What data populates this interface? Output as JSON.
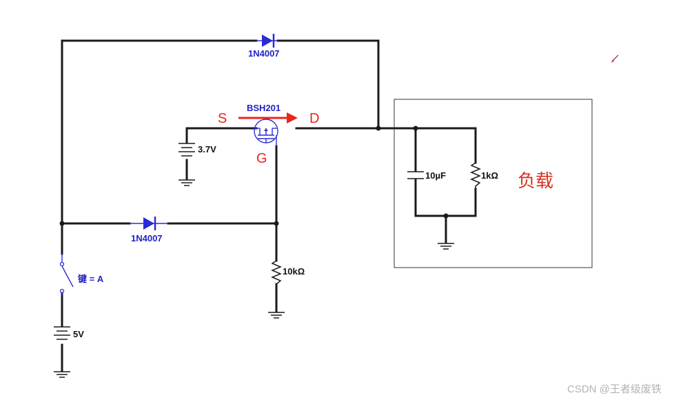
{
  "components": {
    "diode_top": {
      "label": "1N4007"
    },
    "diode_bottom": {
      "label": "1N4007"
    },
    "mosfet": {
      "label": "BSH201"
    },
    "battery_37": {
      "label": "3.7V"
    },
    "battery_5": {
      "label": "5V"
    },
    "resistor_10k": {
      "label": "10kΩ"
    },
    "resistor_1k": {
      "label": "1kΩ"
    },
    "capacitor": {
      "label": "10µF"
    },
    "switch": {
      "label": "键 = A"
    }
  },
  "annotations": {
    "source": "S",
    "drain": "D",
    "gate": "G",
    "load": "负载"
  },
  "watermark": "CSDN @王者级废铁",
  "colors": {
    "wire": "#1a1a1a",
    "component_blue": "#2b2bd6",
    "annotation_red": "#e8261c",
    "watermark": "#b3b3b3"
  }
}
